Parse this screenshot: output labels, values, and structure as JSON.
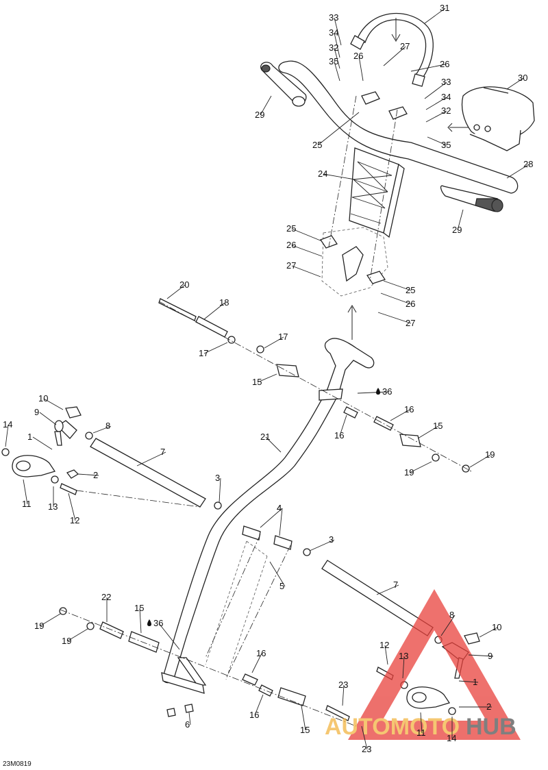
{
  "figure_code": "23M0819",
  "watermark": {
    "brand_a": "AUTOMOTO",
    "brand_b": "HUB",
    "color_a": "#f2b544",
    "color_b": "#555555",
    "triangle_color": "#e8413c"
  },
  "callouts": [
    "33",
    "34",
    "32",
    "35",
    "31",
    "26",
    "27",
    "26",
    "33",
    "34",
    "32",
    "35",
    "30",
    "29",
    "25",
    "24",
    "28",
    "29",
    "25",
    "26",
    "27",
    "25",
    "26",
    "27",
    "20",
    "18",
    "17",
    "17",
    "15",
    "36",
    "16",
    "16",
    "15",
    "19",
    "19",
    "10",
    "9",
    "8",
    "14",
    "1",
    "7",
    "2",
    "11",
    "13",
    "12",
    "21",
    "3",
    "4",
    "4",
    "3",
    "5",
    "7",
    "22",
    "15",
    "36",
    "19",
    "19",
    "8",
    "10",
    "12",
    "13",
    "9",
    "1",
    "16",
    "23",
    "2",
    "16",
    "15",
    "11",
    "14",
    "6",
    "23"
  ],
  "symbols": {
    "lubricant": "drop-icon"
  }
}
